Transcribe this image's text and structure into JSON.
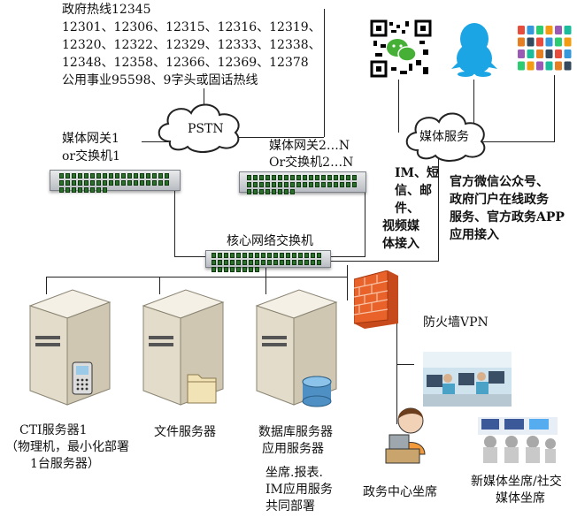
{
  "hotline": {
    "lines": [
      "政府热线12345",
      "12301、12306、12315、12316、12319、",
      "12320、12322、12329、12333、12338、",
      "12348、12358、12366、12369、12378",
      "公用事业95598、9字头或固话热线"
    ]
  },
  "clouds": {
    "pstn": "PSTN",
    "media": "媒体服务"
  },
  "gateway1": {
    "line1": "媒体网关1",
    "line2": "or交换机1"
  },
  "gateway2": {
    "line1": "媒体网关2…N",
    "line2": "Or交换机2…N"
  },
  "im_access": {
    "lines": [
      "IM、短",
      "信、邮",
      "件、",
      "视频媒",
      "体接入"
    ]
  },
  "official_access": {
    "lines": [
      "官方微信公众号、",
      "政府门户在线政务",
      "服务、官方政务APP",
      "应用接入"
    ]
  },
  "core_switch": "核心网络交换机",
  "firewall": "防火墙VPN",
  "servers": {
    "cti": {
      "lines": [
        "CTI服务器1",
        "（物理机，最小化部署",
        "1台服务器）"
      ]
    },
    "file": "文件服务器",
    "db": {
      "lines": [
        "数据库服务器",
        "应用服务器"
      ]
    },
    "db_note": {
      "lines": [
        "坐席.报表.",
        "IM应用服务",
        "共同部署"
      ]
    }
  },
  "seats": {
    "gov_center": "政务中心坐席",
    "new_media": {
      "lines": [
        "新媒体坐席/社交",
        "媒体坐席"
      ]
    }
  },
  "colors": {
    "line": "#222222",
    "firewall": "#e8622a",
    "qq": "#1ca5e4",
    "server": "#ece7da"
  }
}
